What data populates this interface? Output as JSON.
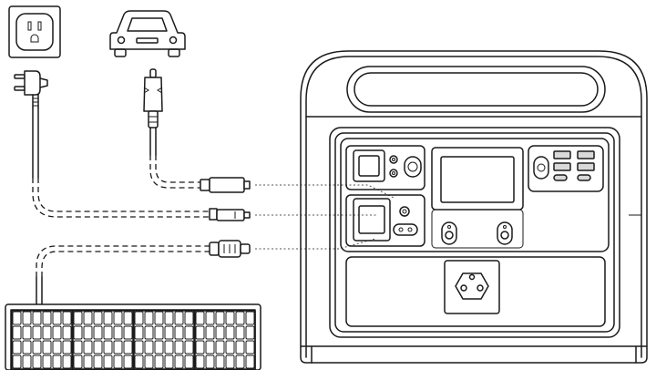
{
  "diagram": {
    "subject": "",
    "sources": [
      "wall-outlet",
      "car-socket",
      "solar-panel"
    ],
    "line_color": "#1a1a1a",
    "background": "#ffffff"
  }
}
